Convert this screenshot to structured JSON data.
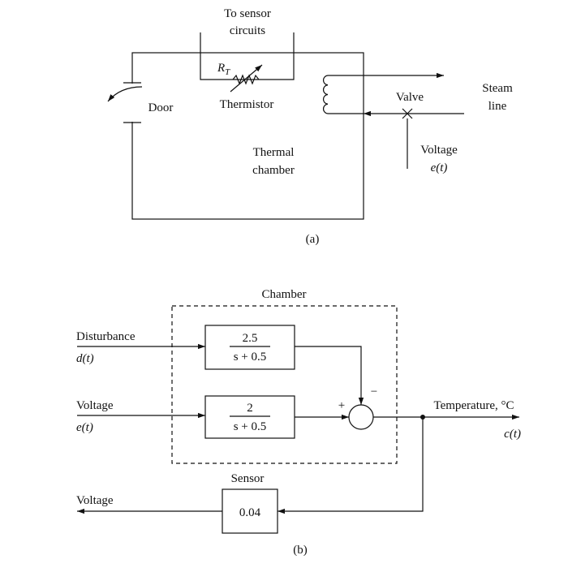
{
  "part_a": {
    "to_sensor_line1": "To sensor",
    "to_sensor_line2": "circuits",
    "rt_label": "R",
    "rt_subscript": "T",
    "thermistor": "Thermistor",
    "door": "Door",
    "valve": "Valve",
    "steam_line1": "Steam",
    "steam_line2": "line",
    "voltage": "Voltage",
    "voltage_signal": "e(t)",
    "chamber_line1": "Thermal",
    "chamber_line2": "chamber",
    "caption": "(a)"
  },
  "part_b": {
    "chamber_title": "Chamber",
    "disturbance": "Disturbance",
    "disturbance_signal": "d(t)",
    "voltage_in": "Voltage",
    "voltage_in_signal": "e(t)",
    "block1_num": "2.5",
    "block1_den": "s + 0.5",
    "block2_num": "2",
    "block2_den": "s + 0.5",
    "sum_plus": "+",
    "sum_minus": "−",
    "output": "Temperature, °C",
    "output_signal": "c(t)",
    "sensor_title": "Sensor",
    "sensor_gain": "0.04",
    "voltage_out": "Voltage",
    "caption": "(b)"
  }
}
